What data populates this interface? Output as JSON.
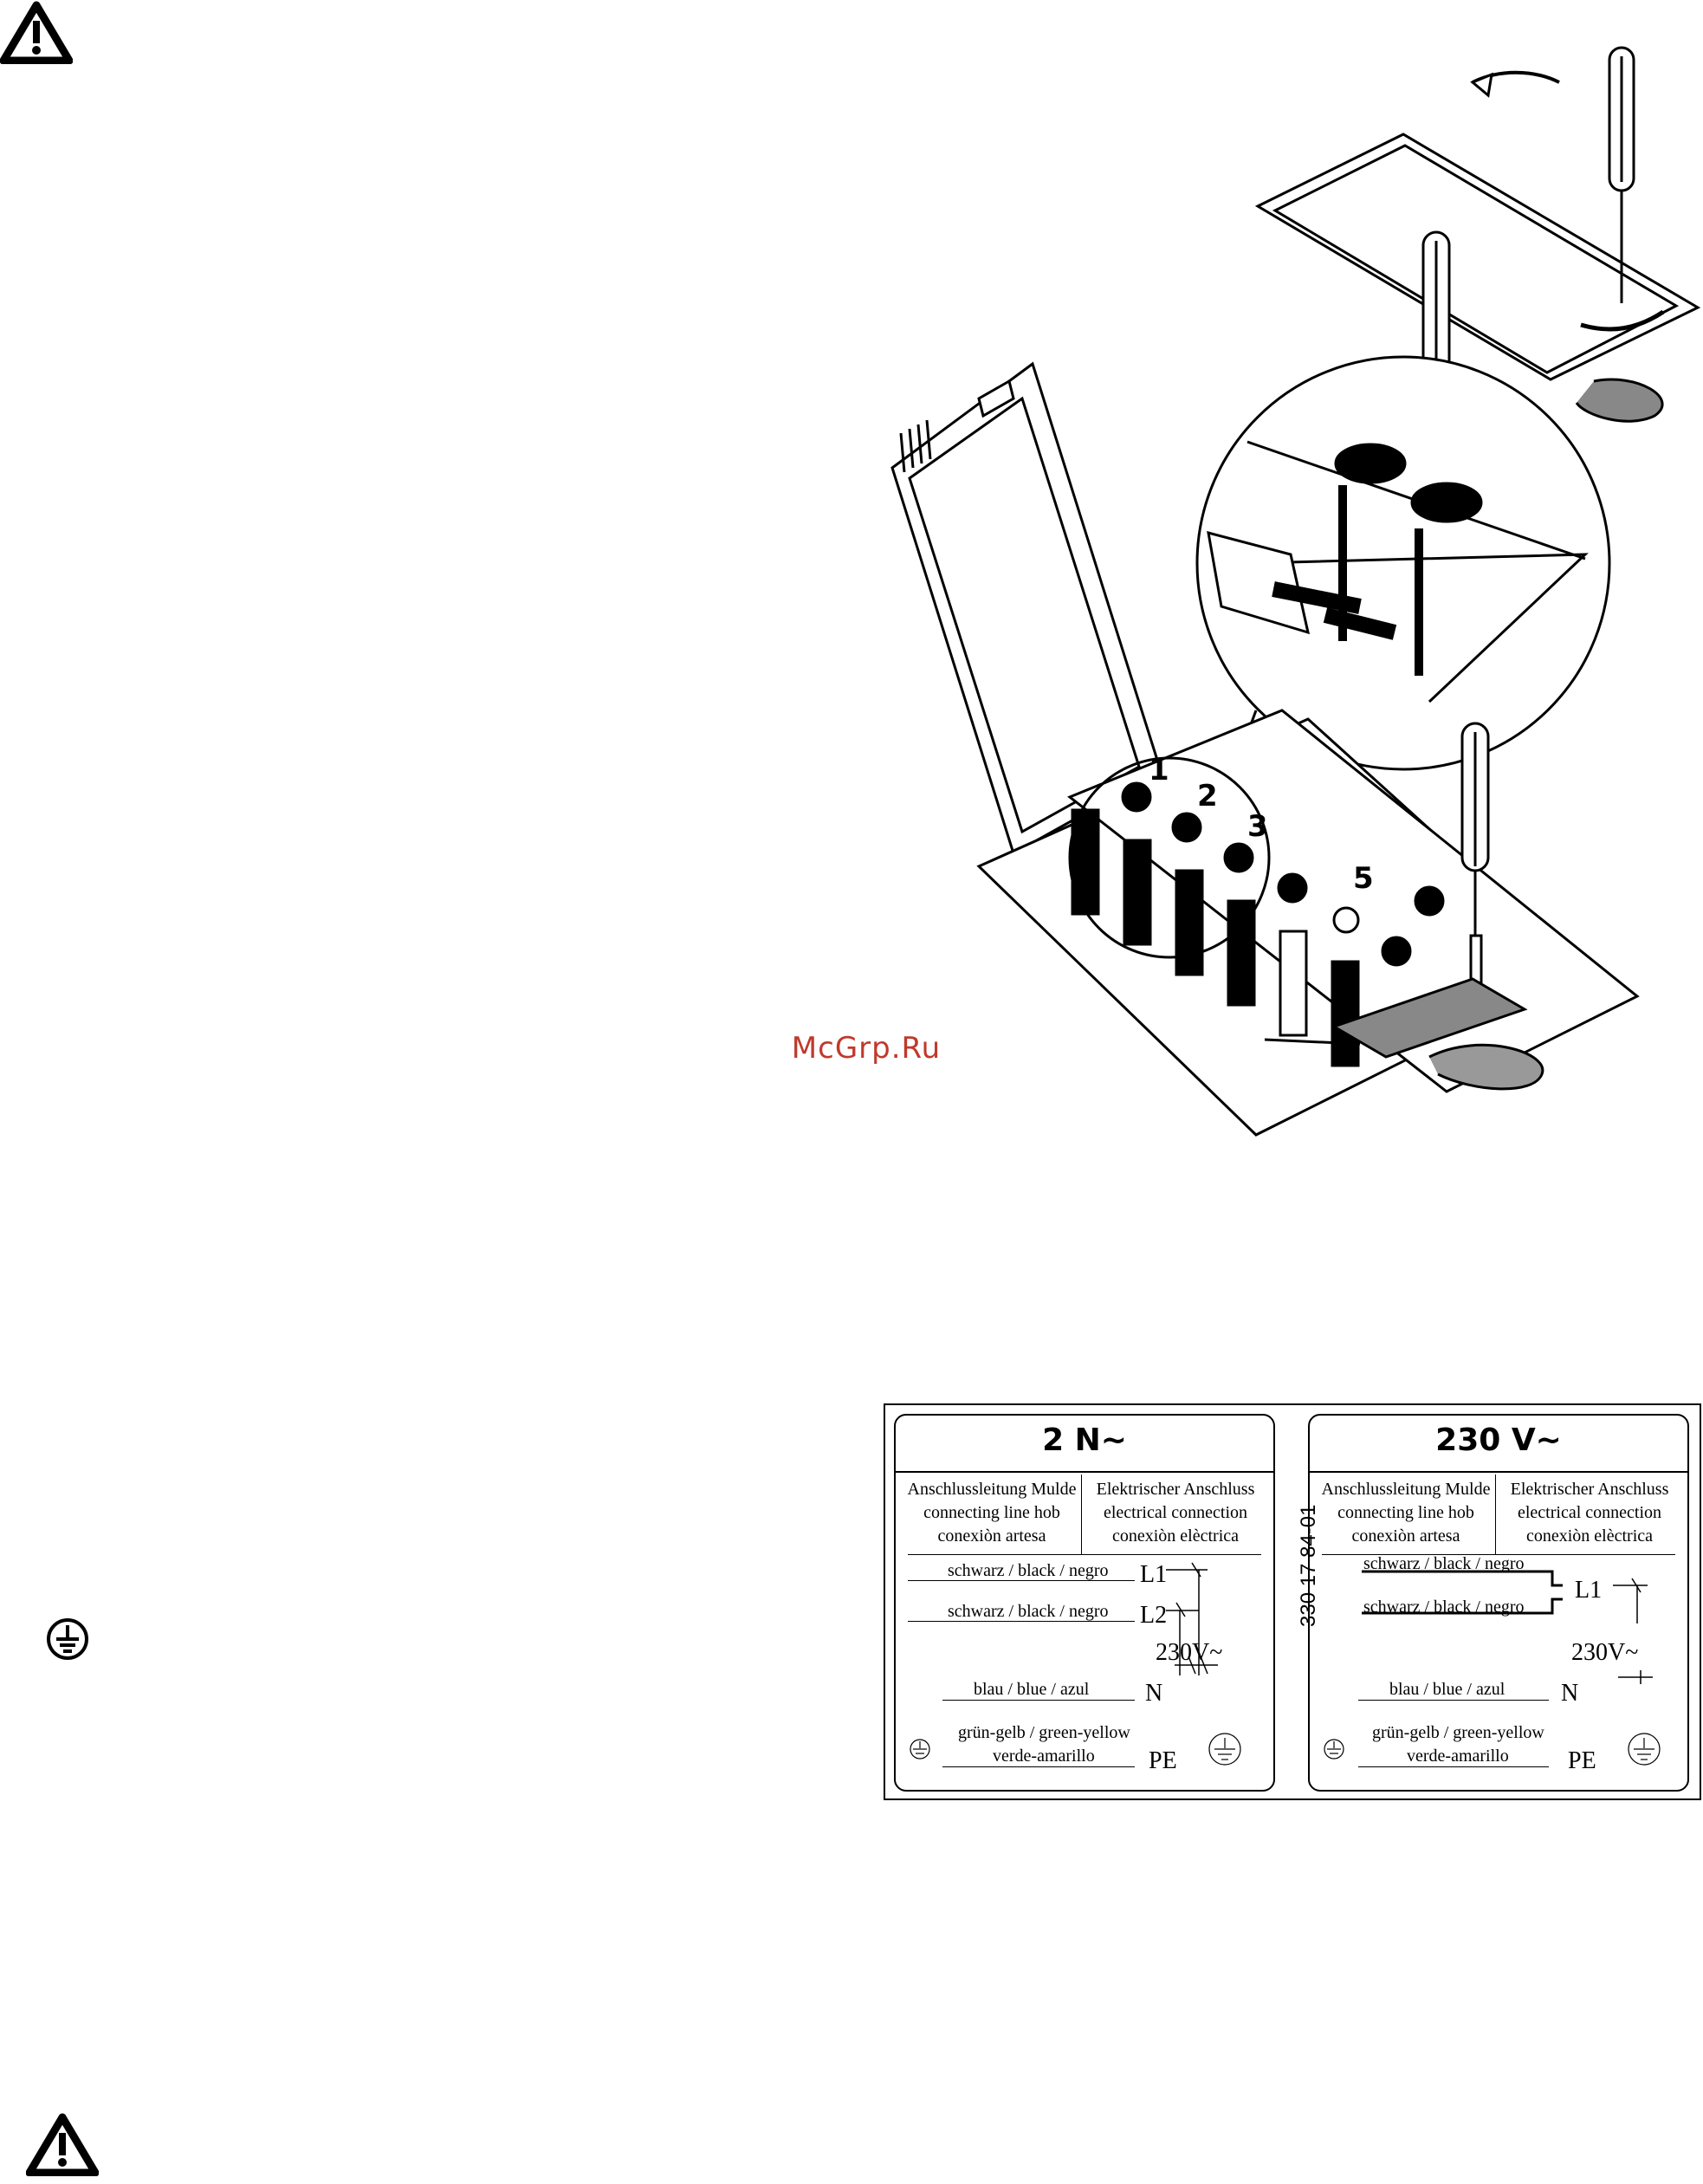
{
  "watermark": "McGrp.Ru",
  "icons": {
    "warning_top": "warning-triangle-icon",
    "warning_bottom": "warning-triangle-icon",
    "earth": "protective-earth-icon"
  },
  "illustration": {
    "terminal_numbers": [
      "1",
      "2",
      "3",
      "5"
    ]
  },
  "wiring_label": {
    "serial": "330 17 84-01",
    "left": {
      "title": "2 N~",
      "header_left": [
        "Anschlussleitung Mulde",
        "connecting line hob",
        "conexiòn artesa"
      ],
      "header_right": [
        "Elektrischer Anschluss",
        "electrical connection",
        "conexiòn elèctrica"
      ],
      "wire1": "schwarz / black / negro",
      "term1": "L1",
      "wire2": "schwarz / black / negro",
      "term2": "L2",
      "voltage": "230V~",
      "wire3": "blau / blue / azul",
      "term3": "N",
      "wire4a": "grün-gelb / green-yellow",
      "wire4b": "verde-amarillo",
      "term4": "PE"
    },
    "right": {
      "title": "230 V~",
      "header_left": [
        "Anschlussleitung Mulde",
        "connecting line hob",
        "conexiòn artesa"
      ],
      "header_right": [
        "Elektrischer Anschluss",
        "electrical connection",
        "conexiòn elèctrica"
      ],
      "wire1": "schwarz / black / negro",
      "wire2": "schwarz / black / negro",
      "term1": "L1",
      "voltage": "230V~",
      "wire3": "blau / blue / azul",
      "term3": "N",
      "wire4a": "grün-gelb / green-yellow",
      "wire4b": "verde-amarillo",
      "term4": "PE"
    }
  }
}
